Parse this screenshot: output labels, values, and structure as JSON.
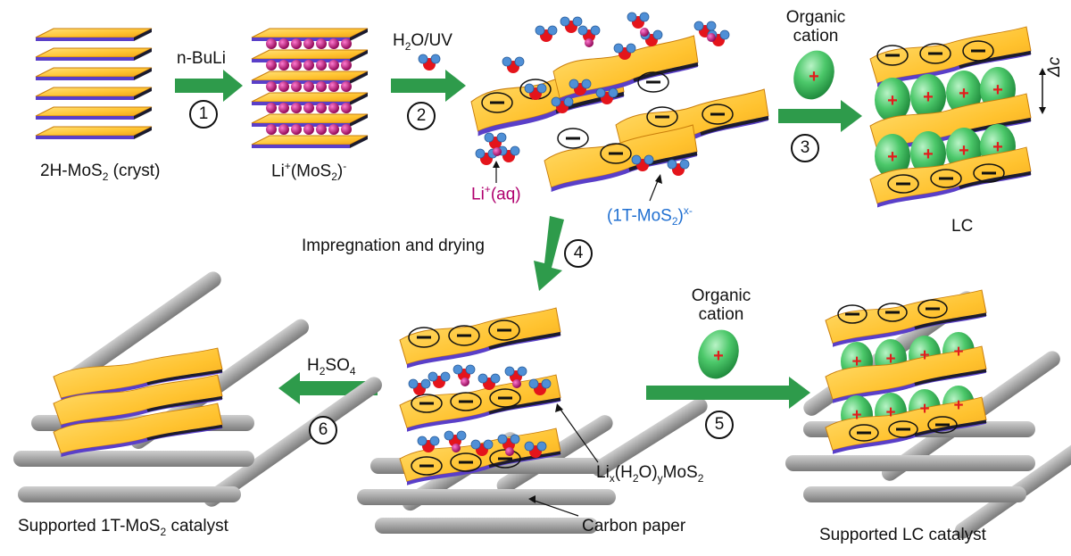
{
  "labels": {
    "mos2_2h_a": "2H-MoS",
    "mos2_2h_sub": "2",
    "mos2_2h_b": " (cryst)",
    "li_mos2_a": "Li",
    "li_mos2_sup": "+",
    "li_mos2_b": "(MoS",
    "li_mos2_sub": "2",
    "li_mos2_c": ")",
    "li_mos2_sup2": "-",
    "nbuli": "n-BuLi",
    "h2o_uv_a": "H",
    "h2o_uv_sub": "2",
    "h2o_uv_b": "O/UV",
    "organic_cation_top": "Organic\ncation",
    "li_aq_a": "Li",
    "li_aq_sup": "+",
    "li_aq_b": "(aq)",
    "t1_a": "(1T-MoS",
    "t1_sub": "2",
    "t1_b": ")",
    "t1_sup": "x-",
    "lc": "LC",
    "delta_c": "Δc",
    "impregnation": "Impregnation and drying",
    "h2so4_a": "H",
    "h2so4_sub": "2",
    "h2so4_b": "SO",
    "h2so4_sub2": "4",
    "organic_cation_bottom": "Organic\ncation",
    "lix_a": "Li",
    "lix_sub1": "x",
    "lix_b": "(H",
    "lix_sub2": "2",
    "lix_c": "O)",
    "lix_sub3": "y",
    "lix_d": "MoS",
    "lix_sub4": "2",
    "carbon_paper": "Carbon paper",
    "supported_1t_a": "Supported 1T-MoS",
    "supported_1t_sub": "2",
    "supported_1t_b": " catalyst",
    "supported_lc": "Supported LC catalyst"
  },
  "steps": [
    "1",
    "2",
    "3",
    "4",
    "5",
    "6"
  ],
  "symbols": {
    "minus": "−",
    "plus": "+"
  },
  "colors": {
    "sheet_top": "#ffd24a",
    "sheet_bottom": "#f2a81c",
    "sheet_edge": "#c97d0a",
    "purple_layer": "#5a3fc8",
    "dark_layer": "#1b1b2e",
    "arrow_green": "#2e9b4b",
    "cation_green": "#4cc86a",
    "plus_red": "#e21d1d",
    "li_magenta": "#b0006e",
    "water_red": "#e4141b",
    "water_blue": "#4f8fd6",
    "carbon_gray": "#9a9a9a"
  }
}
